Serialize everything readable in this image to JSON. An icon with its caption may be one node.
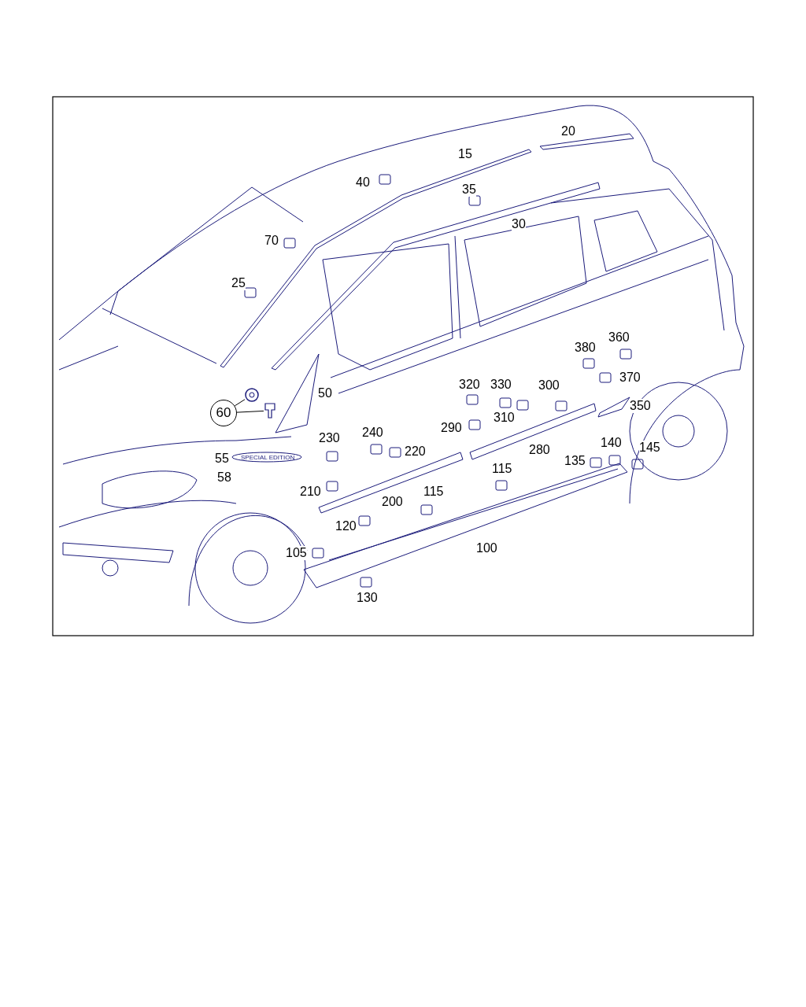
{
  "diagram": {
    "nodes": [
      {
        "text": [
          "60"
        ]
      },
      {
        "text": [],
        "shape": "picture"
      },
      {
        "text": [],
        "shape": "picture"
      }
    ],
    "edges": [
      {
        "from": 0,
        "to": 1,
        "arrow": "none"
      },
      {
        "from": 0,
        "to": 2,
        "arrow": "none"
      }
    ],
    "labels": [
      "20",
      "15",
      "40",
      "35",
      "30",
      "70",
      "25",
      "360",
      "380",
      "370",
      "320",
      "330",
      "300",
      "50",
      "310",
      "350",
      "290",
      "230",
      "240",
      "220",
      "280",
      "140",
      "55",
      "SPECIAL EDITION",
      "145",
      "135",
      "58",
      "115",
      "210",
      "200",
      "115",
      "120",
      "100",
      "105",
      "130"
    ]
  }
}
